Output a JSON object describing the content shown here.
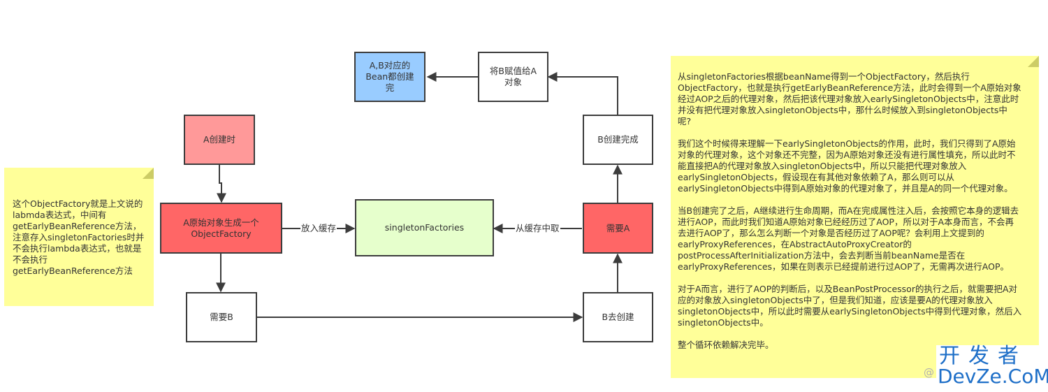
{
  "diagram": {
    "nodes": {
      "a_creating": {
        "label": "A创建时",
        "fill": "#ff9999"
      },
      "a_raw_factory": {
        "label": "A原始对象生成一个\nObjectFactory",
        "fill": "#ff6666"
      },
      "singleton_factories": {
        "label": "singletonFactories",
        "fill": "#e6ffcc"
      },
      "need_a": {
        "label": "需要A",
        "fill": "#ff6666"
      },
      "need_b": {
        "label": "需要B",
        "fill": "#ffffff"
      },
      "b_creating": {
        "label": "B去创建",
        "fill": "#ffffff"
      },
      "b_created": {
        "label": "B创建完成",
        "fill": "#ffffff"
      },
      "assign_b_to_a": {
        "label": "将B赋值给A\n对象",
        "fill": "#ffffff"
      },
      "beans_created": {
        "label": "A,B对应的\nBean都创建\n完",
        "fill": "#99ccff"
      }
    },
    "edge_labels": {
      "put_cache": "放入缓存",
      "get_from_cache": "从缓存中取"
    },
    "left_note": "这个ObjectFactory就是上文说的\nlabmda表达式，中间有\ngetEarlyBeanReference方法，\n注意存入singletonFactories时并\n不会执行lambda表达式，也就是\n不会执行\ngetEarlyBeanReference方法",
    "right_note": [
      "从singletonFactories根据beanName得到一个ObjectFactory，然后执行\nObjectFactory，也就是执行getEarlyBeanReference方法，此时会得到一个A原始对象\n经过AOP之后的代理对象，然后把该代理对象放入earlySingletonObjects中，注意此时\n并没有把代理对象放入singletonObjects中，那什么时候放入到singletonObjects中\n呢?",
      "我们这个时候得来理解一下earlySingletonObjects的作用，此时，我们只得到了A原始\n对象的代理对象，这个对象还不完整，因为A原始对象还没有进行属性填充，所以此时不\n能直接把A的代理对象放入singletonObjects中，所以只能把代理对象放入\nearlySingletonObjects，假设现在有其他对象依赖了A，那么则可以从\nearlySingletonObjects中得到A原始对象的代理对象了，并且是A的同一个代理对象。",
      "当B创建完了之后，A继续进行生命周期，而A在完成属性注入后，会按照它本身的逻辑去\n进行AOP，而此时我们知道A原始对象已经经历过了AOP，所以对于A本身而言，不会再\n去进行AOP了，那么怎么判断一个对象是否经历过了AOP呢？会利用上文提到的\nearlyProxyReferences，在AbstractAutoProxyCreator的\npostProcessAfterInitialization方法中，会去判断当前beanName是否在\nearlyProxyReferences，如果在则表示已经提前进行过AOP了，无需再次进行AOP。",
      "对于A而言，进行了AOP的判断后，以及BeanPostProcessor的执行之后，就需要把A对\n应的对象放入singletonObjects中了，但是我们知道，应该是要A的代理对象放入\nsingletonObjects中，所以此时需要从earlySingletonObjects中得到代理对象，然后入\nsingletonObjects中。",
      "整个循环依赖解决完毕。"
    ]
  },
  "watermark": {
    "cn": "开发者",
    "en": "DevZe.CoM",
    "at": "@"
  }
}
